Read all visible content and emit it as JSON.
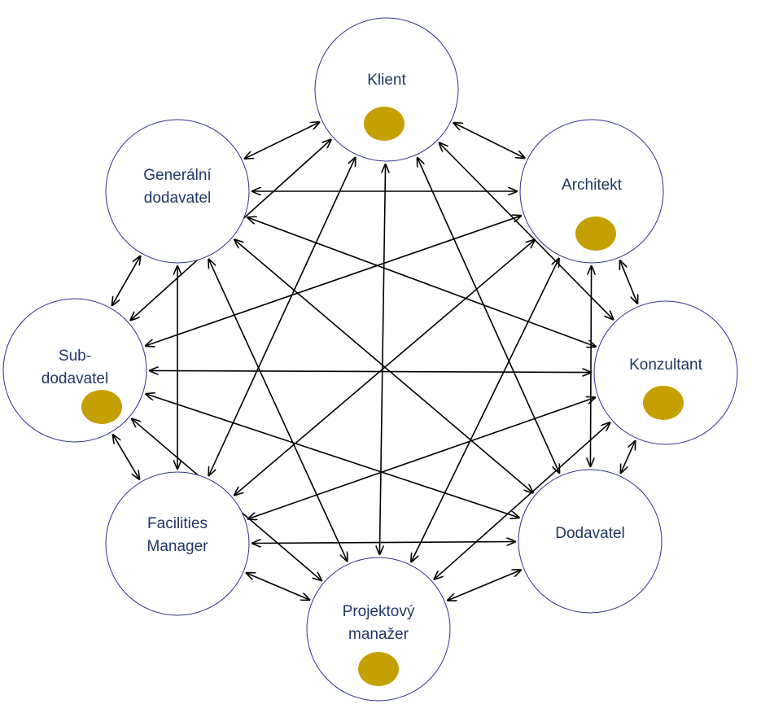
{
  "diagram": {
    "nodes": [
      {
        "id": "klient",
        "label_lines": [
          "Klient"
        ],
        "marked": true
      },
      {
        "id": "architekt",
        "label_lines": [
          "Architekt"
        ],
        "marked": true
      },
      {
        "id": "konzultant",
        "label_lines": [
          "Konzultant"
        ],
        "marked": true
      },
      {
        "id": "dodavatel",
        "label_lines": [
          "Dodavatel"
        ],
        "marked": false
      },
      {
        "id": "projektovy-manazer",
        "label_lines": [
          "Projektový",
          "manažer"
        ],
        "marked": true
      },
      {
        "id": "facilities-manager",
        "label_lines": [
          "Facilities",
          "Manager"
        ],
        "marked": false
      },
      {
        "id": "sub-dodavatel",
        "label_lines": [
          "Sub-",
          "dodavatel"
        ],
        "marked": true
      },
      {
        "id": "generalni-dodavatel",
        "label_lines": [
          "Generální",
          "dodavatel"
        ],
        "marked": false
      }
    ],
    "edges": "bidirectional arrows between every pair of nodes",
    "colors": {
      "label": "#1f3864",
      "circle_border": "#2e3191",
      "marker": "#c4a000",
      "arrow": "#000000"
    }
  }
}
